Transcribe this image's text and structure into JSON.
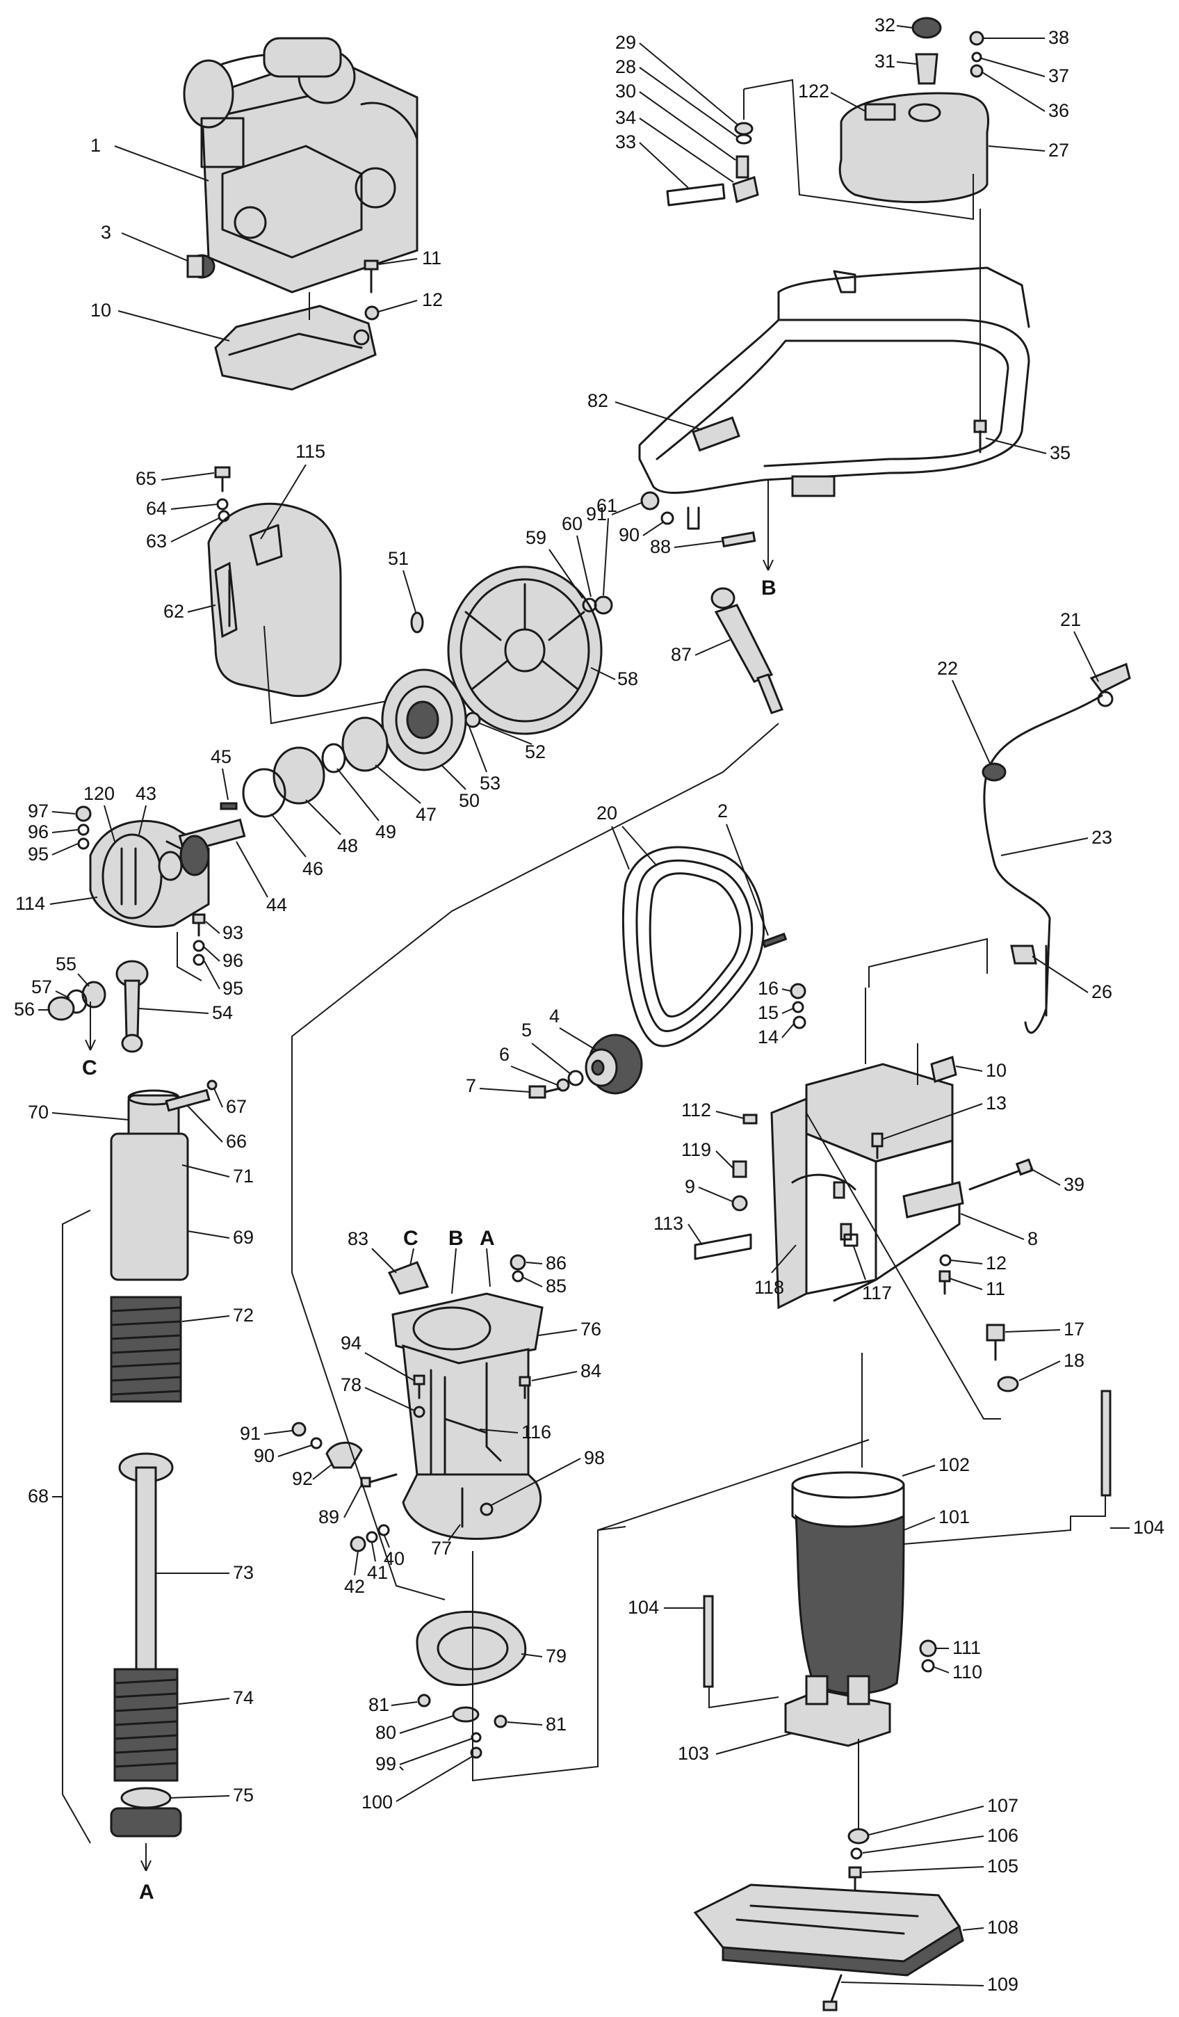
{
  "diagram": {
    "callouts": {
      "p1": "1",
      "p2": "2",
      "p3": "3",
      "p4": "4",
      "p5": "5",
      "p6": "6",
      "p7": "7",
      "p8": "8",
      "p9": "9",
      "p10a": "10",
      "p10b": "10",
      "p11a": "11",
      "p11b": "11",
      "p12a": "12",
      "p12b": "12",
      "p13": "13",
      "p14": "14",
      "p15": "15",
      "p16": "16",
      "p17": "17",
      "p18": "18",
      "p20": "20",
      "p21": "21",
      "p22": "22",
      "p23": "23",
      "p26": "26",
      "p27": "27",
      "p28": "28",
      "p29": "29",
      "p30": "30",
      "p31": "31",
      "p32": "32",
      "p33": "33",
      "p34": "34",
      "p35": "35",
      "p36": "36",
      "p37": "37",
      "p38": "38",
      "p39": "39",
      "p40": "40",
      "p41": "41",
      "p42": "42",
      "p43": "43",
      "p44": "44",
      "p45": "45",
      "p46": "46",
      "p47": "47",
      "p48": "48",
      "p49": "49",
      "p50": "50",
      "p51": "51",
      "p52": "52",
      "p53": "53",
      "p54": "54",
      "p55": "55",
      "p56": "56",
      "p57": "57",
      "p58": "58",
      "p59": "59",
      "p60": "60",
      "p61": "61",
      "p62": "62",
      "p63": "63",
      "p64": "64",
      "p65": "65",
      "p66": "66",
      "p67": "67",
      "p68": "68",
      "p69": "69",
      "p70": "70",
      "p71": "71",
      "p72": "72",
      "p73": "73",
      "p74": "74",
      "p75": "75",
      "p76": "76",
      "p77": "77",
      "p78": "78",
      "p79": "79",
      "p80": "80",
      "p81a": "81",
      "p81b": "81",
      "p82": "82",
      "p83": "83",
      "p84": "84",
      "p85": "85",
      "p86": "86",
      "p87": "87",
      "p88": "88",
      "p89": "89",
      "p90a": "90",
      "p90b": "90",
      "p91a": "91",
      "p91b": "91",
      "p92": "92",
      "p93": "93",
      "p94": "94",
      "p95a": "95",
      "p95b": "95",
      "p96a": "96",
      "p96b": "96",
      "p97": "97",
      "p98": "98",
      "p99": "99",
      "p100": "100",
      "p101": "101",
      "p102": "102",
      "p103": "103",
      "p104a": "104",
      "p104b": "104",
      "p105": "105",
      "p106": "106",
      "p107": "107",
      "p108": "108",
      "p109": "109",
      "p110": "110",
      "p111": "111",
      "p112": "112",
      "p113": "113",
      "p114": "114",
      "p115": "115",
      "p116": "116",
      "p117": "117",
      "p118": "118",
      "p119": "119",
      "p120": "120",
      "p122": "122"
    },
    "reference_letters": {
      "a_top": "A",
      "b_top": "B",
      "c_top": "C",
      "a_bottom": "A",
      "b_handle": "B",
      "c_left": "C"
    }
  }
}
